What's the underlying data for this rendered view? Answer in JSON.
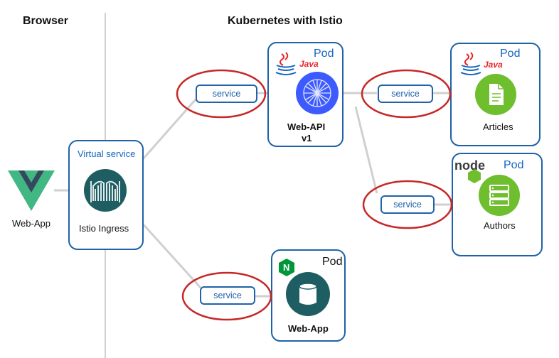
{
  "headings": {
    "browser": "Browser",
    "cluster": "Kubernetes with Istio"
  },
  "browser_app": {
    "label": "Web-App",
    "icon": "vue-logo-icon"
  },
  "virtual_service": {
    "title": "Virtual service",
    "label": "Istio Ingress",
    "icon": "gate-icon"
  },
  "services": {
    "label": "service"
  },
  "pods": {
    "web_api": {
      "title": "Pod",
      "java_label": "Java",
      "line1": "Web-API",
      "line2": "v1",
      "icon": "network-globe-icon"
    },
    "articles": {
      "title": "Pod",
      "java_label": "Java",
      "label": "Articles",
      "icon": "document-icon"
    },
    "authors": {
      "title": "Pod",
      "node_label": "node",
      "label": "Authors",
      "icon": "server-rack-icon"
    },
    "web_app": {
      "title": "Pod",
      "badge": "N",
      "label": "Web-App",
      "icon": "database-icon"
    }
  },
  "colors": {
    "container_border": "#1f62a8",
    "highlight_ring": "#c62828",
    "connector": "#d0d0d0",
    "globe": "#3d5afe",
    "green": "#6fbe2e",
    "teal": "#1e5e63",
    "vue_green": "#41b883",
    "vue_dark": "#35495e",
    "nginx": "#009639",
    "java_red": "#e8232a"
  }
}
